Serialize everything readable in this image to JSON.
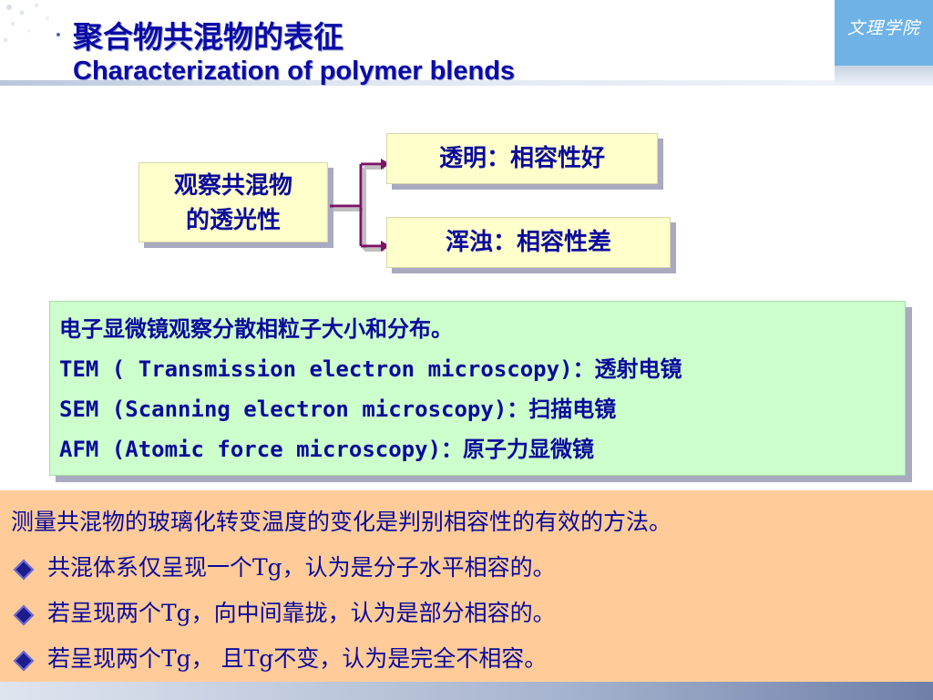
{
  "header": {
    "title_cn": "聚合物共混物的表征",
    "title_en": "Characterization of polymer blends",
    "badge": "文理学院"
  },
  "diagram": {
    "source": "观察共混物的透光性",
    "source_line1": "观察共混物",
    "source_line2": "的透光性",
    "branch_transparent": "透明：相容性好",
    "branch_turbid": "浑浊：相容性差"
  },
  "microscopy": {
    "line0": "电子显微镜观察分散相粒子大小和分布。",
    "tem": "TEM ( Transmission electron microscopy)：透射电镜",
    "sem": "SEM (Scanning electron microscopy)：扫描电镜",
    "afm": "AFM (Atomic force microscopy)：原子力显微镜"
  },
  "tg": {
    "intro": "测量共混物的玻璃化转变温度的变化是判别相容性的有效的方法。",
    "items": [
      "共混体系仅呈现一个Tg，认为是分子水平相容的。",
      "若呈现两个Tg，向中间靠拢，认为是部分相容的。",
      "若呈现两个Tg， 且Tg不变，认为是完全不相容。"
    ]
  },
  "colors": {
    "title": "#0a0aa8",
    "arrow": "#7a1466",
    "yellow_box": "#ffffcc",
    "green_box": "#ccffcc",
    "orange_box": "#ffcc99",
    "badge": "#6fb3e6"
  }
}
